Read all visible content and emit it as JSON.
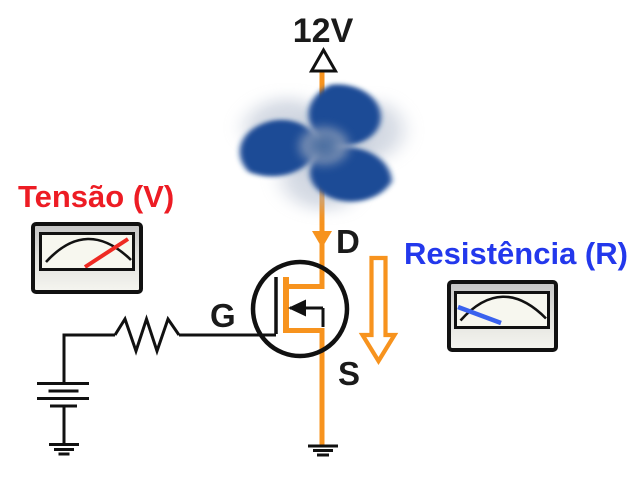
{
  "diagram": {
    "supply_label": "12V",
    "terminals": {
      "drain": "D",
      "gate": "G",
      "source": "S"
    },
    "voltage_meter": {
      "label": "Tensão (V)",
      "label_color": "#ed1c24",
      "needle_color": "#ee2a22",
      "icon": "analog-gauge"
    },
    "resistance_meter": {
      "label": "Resistência (R)",
      "label_color": "#2338ec",
      "needle_color": "#3a62ee",
      "icon": "analog-gauge"
    },
    "colors": {
      "wire_orange": "#f7931e",
      "outline_black": "#111111",
      "fan_blue": "#1f4c96"
    },
    "icons": [
      "fan-icon",
      "supply-arrow-icon",
      "drain-arrow-icon",
      "current-arrow-icon",
      "ground-icon",
      "battery-symbol",
      "resistor-symbol",
      "mosfet-symbol"
    ]
  }
}
